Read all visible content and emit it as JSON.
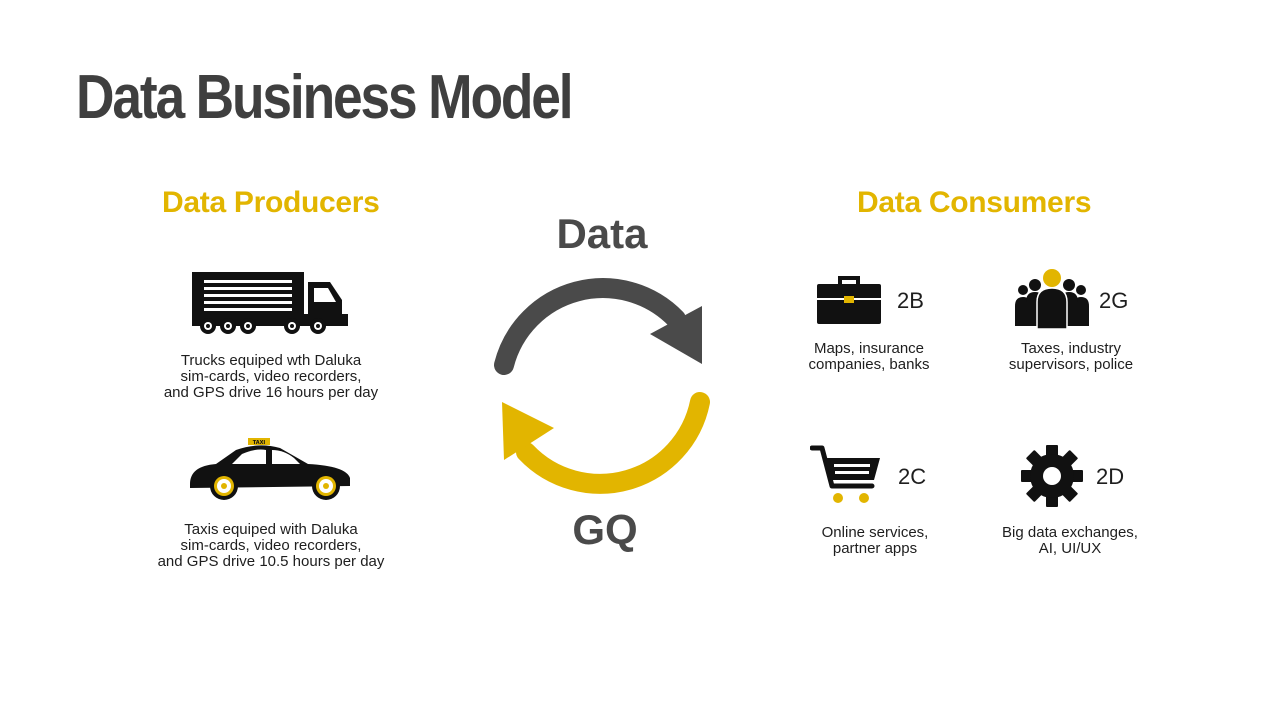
{
  "title": "Data Business Model",
  "colors": {
    "accent": "#e2b500",
    "dark": "#3f3f3f",
    "ink": "#111111"
  },
  "producers": {
    "heading": "Data Producers",
    "items": [
      {
        "icon": "truck-icon",
        "lines": [
          "Trucks equiped wth Daluka",
          "sim-cards, video recorders,",
          "and GPS drive 16 hours per day"
        ]
      },
      {
        "icon": "taxi-icon",
        "taxi_sign": "TAXI",
        "lines": [
          "Taxis equiped with Daluka",
          "sim-cards, video recorders,",
          "and GPS drive 10.5 hours per day"
        ]
      }
    ]
  },
  "cycle": {
    "top_label": "Data",
    "bottom_label": "GQ"
  },
  "consumers": {
    "heading": "Data Consumers",
    "items": [
      {
        "code": "2B",
        "icon": "briefcase-icon",
        "lines": [
          "Maps, insurance",
          "companies, banks"
        ]
      },
      {
        "code": "2G",
        "icon": "people-group-icon",
        "lines": [
          "Taxes, industry",
          "supervisors, police"
        ]
      },
      {
        "code": "2C",
        "icon": "shopping-cart-icon",
        "lines": [
          "Online services,",
          "partner apps"
        ]
      },
      {
        "code": "2D",
        "icon": "gear-icon",
        "lines": [
          "Big data exchanges,",
          "AI, UI/UX"
        ]
      }
    ]
  }
}
